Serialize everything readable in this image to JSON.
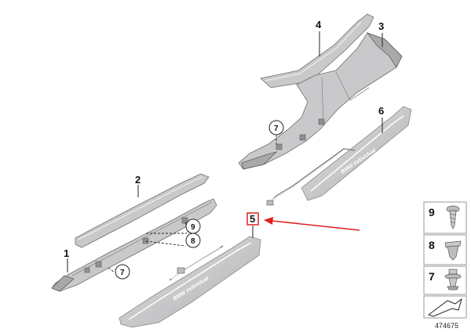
{
  "figure": {
    "part_number": "474675",
    "callouts": [
      {
        "id": "c1",
        "label": "1"
      },
      {
        "id": "c2",
        "label": "2"
      },
      {
        "id": "c3",
        "label": "3"
      },
      {
        "id": "c4",
        "label": "4"
      },
      {
        "id": "c5",
        "label": "5"
      },
      {
        "id": "c6",
        "label": "6"
      }
    ],
    "circle_callouts": [
      {
        "id": "c7a",
        "label": "7"
      },
      {
        "id": "c7b",
        "label": "7"
      },
      {
        "id": "c8",
        "label": "8"
      },
      {
        "id": "c9",
        "label": "9"
      }
    ],
    "emblem_text": "BMW Individual",
    "highlight": {
      "target": "5",
      "color": "#e02020"
    },
    "legend": [
      {
        "label": "9",
        "item": "screw"
      },
      {
        "label": "8",
        "item": "expanding-nut"
      },
      {
        "label": "7",
        "item": "clip"
      }
    ],
    "colors": {
      "part_fill": "#c9c9cb",
      "highlight": "#e02020",
      "outline": "#6e6e70"
    }
  }
}
